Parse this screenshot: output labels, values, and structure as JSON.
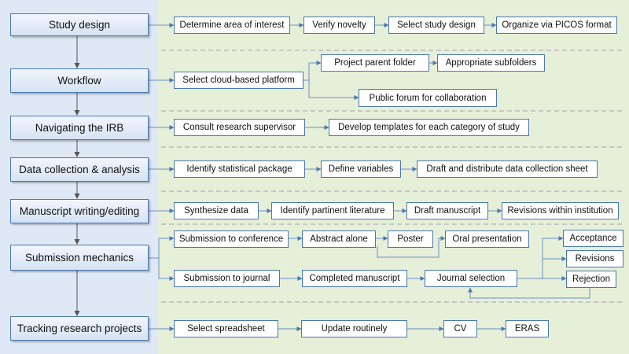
{
  "stages": [
    {
      "key": "study",
      "label": "Study design"
    },
    {
      "key": "workflow",
      "label": "Workflow"
    },
    {
      "key": "irb",
      "label": "Navigating the IRB"
    },
    {
      "key": "data",
      "label": "Data collection & analysis"
    },
    {
      "key": "manuscript",
      "label": "Manuscript writing/editing"
    },
    {
      "key": "submission",
      "label": "Submission mechanics"
    },
    {
      "key": "tracking",
      "label": "Tracking research projects"
    }
  ],
  "steps": {
    "study": [
      "Determine area of interest",
      "Verify novelty",
      "Select study design",
      "Organize via PICOS format"
    ],
    "workflow": [
      "Select cloud-based platform",
      "Project parent folder",
      "Appropriate subfolders",
      "Public forum for collaboration"
    ],
    "irb": [
      "Consult research supervisor",
      "Develop templates for each category of study"
    ],
    "data": [
      "Identify statistical package",
      "Define variables",
      "Draft and distribute data collection sheet"
    ],
    "manuscript": [
      "Synthesize data",
      "Identify partinent literature",
      "Draft  manuscript",
      "Revisions within institution"
    ],
    "submission": [
      "Submission to conference",
      "Abstract alone",
      "Poster",
      "Oral presentation",
      "Submission to journal",
      "Completed manuscript",
      "Journal selection",
      "Acceptance",
      "Revisions",
      "Rejection"
    ],
    "tracking": [
      "Select spreadsheet",
      "Update routinely",
      "CV",
      "ERAS"
    ]
  },
  "colors": {
    "left_panel": "#dfe8f5",
    "right_panel": "#e6efd8",
    "border": "#4a78b0",
    "connector": "#6a8fc4",
    "stage_arrow": "#555555",
    "separator": "#bbbbbb"
  }
}
